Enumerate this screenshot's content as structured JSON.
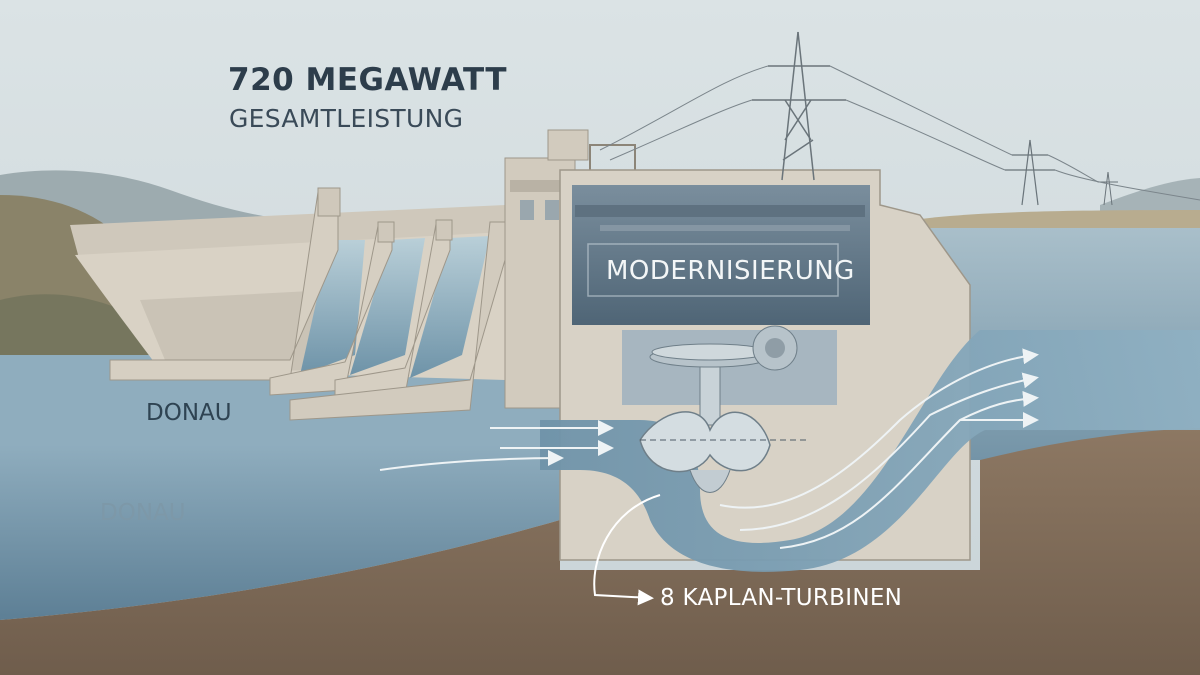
{
  "headline": {
    "value": "720 MEGAWATT",
    "caption": "GESAMTLEISTUNG"
  },
  "labels": {
    "river_upper": "DONAU",
    "river_lower": "DONAU",
    "powerhouse": "MODERNISIERUNG",
    "turbines": "8 KAPLAN-TURBINEN"
  },
  "colors": {
    "sky": "#d4dde0",
    "water": "#7e9fb3",
    "water_deep": "#5d7f95",
    "earth": "#8a7560",
    "concrete": "#d8d2c6",
    "hall_dark": "#6f8495",
    "text_dark": "#2d3d4b"
  }
}
